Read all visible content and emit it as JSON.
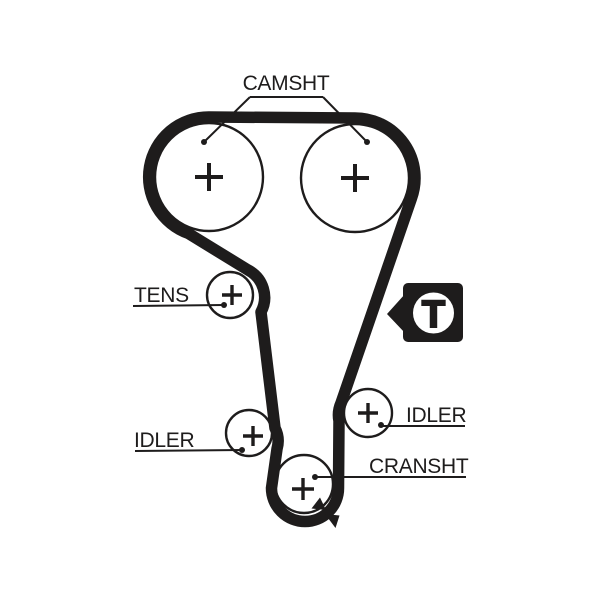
{
  "diagram": {
    "type": "timing-belt-routing-diagram",
    "labels": {
      "camshaft": "CAMSHT",
      "tensioner": "TENS",
      "idler_left": "IDLER",
      "idler_right": "IDLER",
      "crankshaft": "CRANSHT"
    },
    "t_marker": {
      "letter": "T"
    },
    "colors": {
      "ink": "#1e1c1c",
      "background": "#ffffff"
    }
  }
}
